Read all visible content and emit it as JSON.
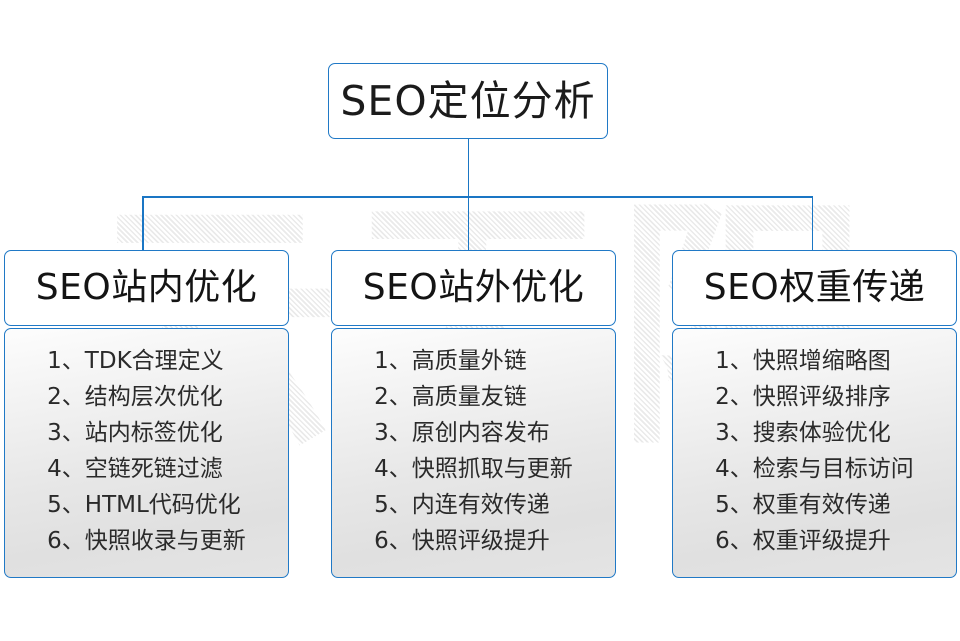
{
  "colors": {
    "border": "#2079c6",
    "connector": "#1a76c4",
    "text": "#1b1b1b",
    "body_text": "#2a2a2a",
    "watermark": "#e9e9e9"
  },
  "watermark": {
    "text": "云无限"
  },
  "root": {
    "title": "SEO定位分析"
  },
  "columns": [
    {
      "header": "SEO站内优化",
      "items": [
        "1、TDK合理定义",
        "2、结构层次优化",
        "3、站内标签优化",
        "4、空链死链过滤",
        "5、HTML代码优化",
        "6、快照收录与更新"
      ]
    },
    {
      "header": "SEO站外优化",
      "items": [
        "1、高质量外链",
        "2、高质量友链",
        "3、原创内容发布",
        "4、快照抓取与更新",
        "5、内连有效传递",
        "6、快照评级提升"
      ]
    },
    {
      "header": "SEO权重传递",
      "items": [
        "1、快照增缩略图",
        "2、快照评级排序",
        "3、搜索体验优化",
        "4、检索与目标访问",
        "5、权重有效传递",
        "6、权重评级提升"
      ]
    }
  ]
}
